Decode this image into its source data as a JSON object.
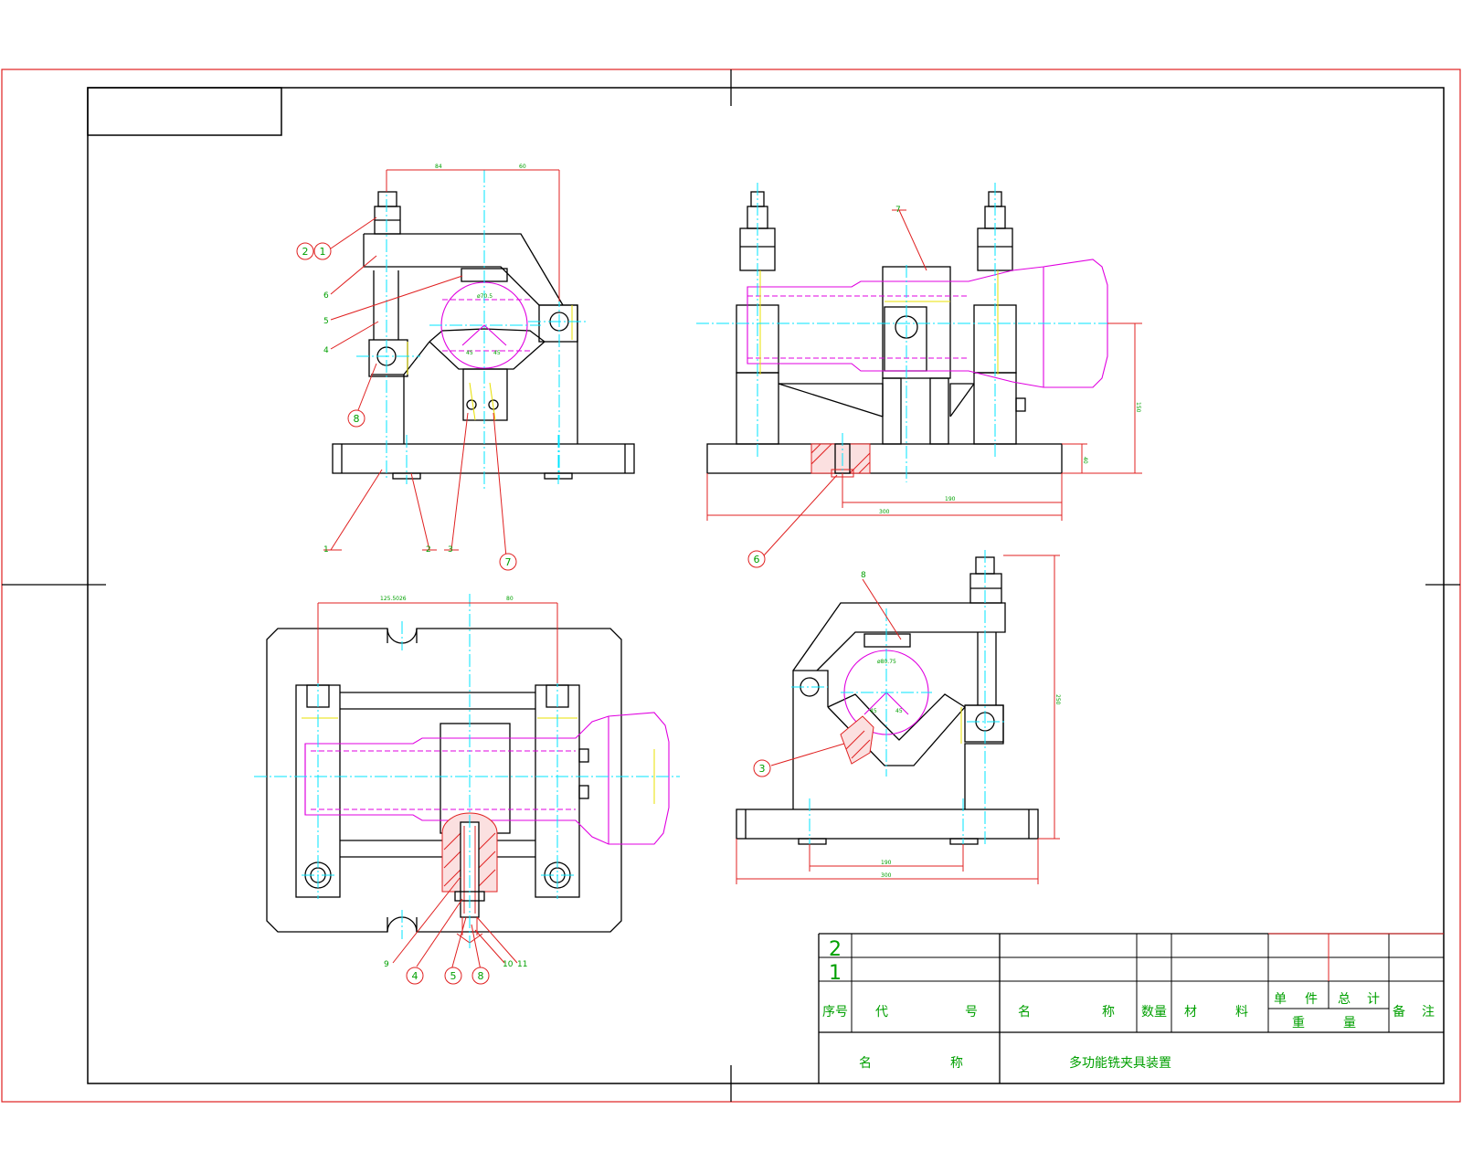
{
  "title_block": {
    "rows": [
      {
        "number": "2"
      },
      {
        "number": "1"
      }
    ],
    "headers": {
      "seq": "序号",
      "code_a": "代",
      "code_b": "号",
      "name_a": "名",
      "name_b": "称",
      "qty": "数量",
      "mat_a": "材",
      "mat_b": "料",
      "unit_a": "单",
      "unit_b": "件",
      "total_a": "总",
      "total_b": "计",
      "weight_a": "重",
      "weight_b": "量",
      "remark_a": "备",
      "remark_b": "注"
    },
    "name_label_a": "名",
    "name_label_b": "称",
    "drawing_name": "多功能铣夹具装置"
  },
  "front_view": {
    "balloons": [
      "2",
      "1",
      "8",
      "7"
    ],
    "labels": [
      "6",
      "5",
      "4",
      "1",
      "2",
      "3"
    ],
    "dims": [
      "84",
      "60",
      "ø70.5",
      "45",
      "45"
    ]
  },
  "side_view": {
    "balloons": [
      "6"
    ],
    "labels": [
      "7"
    ],
    "dims": [
      "190",
      "300",
      "150",
      "40"
    ]
  },
  "top_view": {
    "balloons": [
      "4",
      "5",
      "8"
    ],
    "labels": [
      "9",
      "10",
      "11"
    ],
    "dims": [
      "125.5026",
      "80"
    ]
  },
  "aux_view": {
    "balloons": [
      "3"
    ],
    "labels": [
      "8"
    ],
    "dims": [
      "ø80.75",
      "45",
      "45",
      "190",
      "300",
      "250"
    ]
  },
  "colors": {
    "outline": "#000000",
    "frame": "#e02020",
    "center": "#00e5ff",
    "phantom": "#e000e0",
    "thread": "#e8e000",
    "text": "#00a000"
  }
}
